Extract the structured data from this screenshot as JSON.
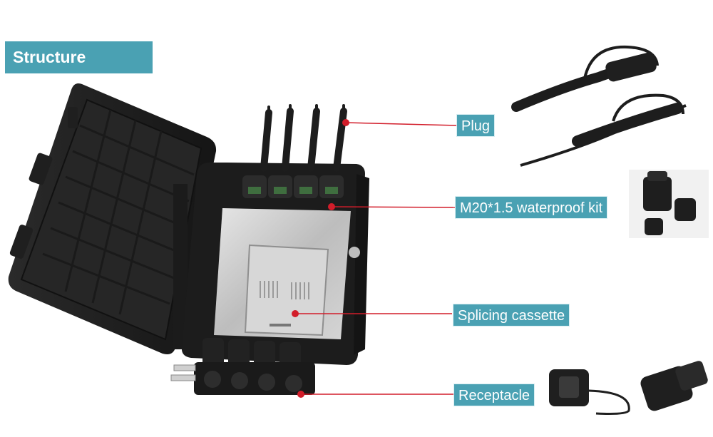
{
  "title": "Structure",
  "callouts": {
    "plug": "Plug",
    "waterproof_kit": "M20*1.5 waterproof kit",
    "splicing_cassette": "Splicing cassette",
    "receptacle": "Receptacle"
  },
  "colors": {
    "accent": "#4aa1b3",
    "callout_line": "#d21d2a",
    "box_body": "#1c1c1c"
  }
}
